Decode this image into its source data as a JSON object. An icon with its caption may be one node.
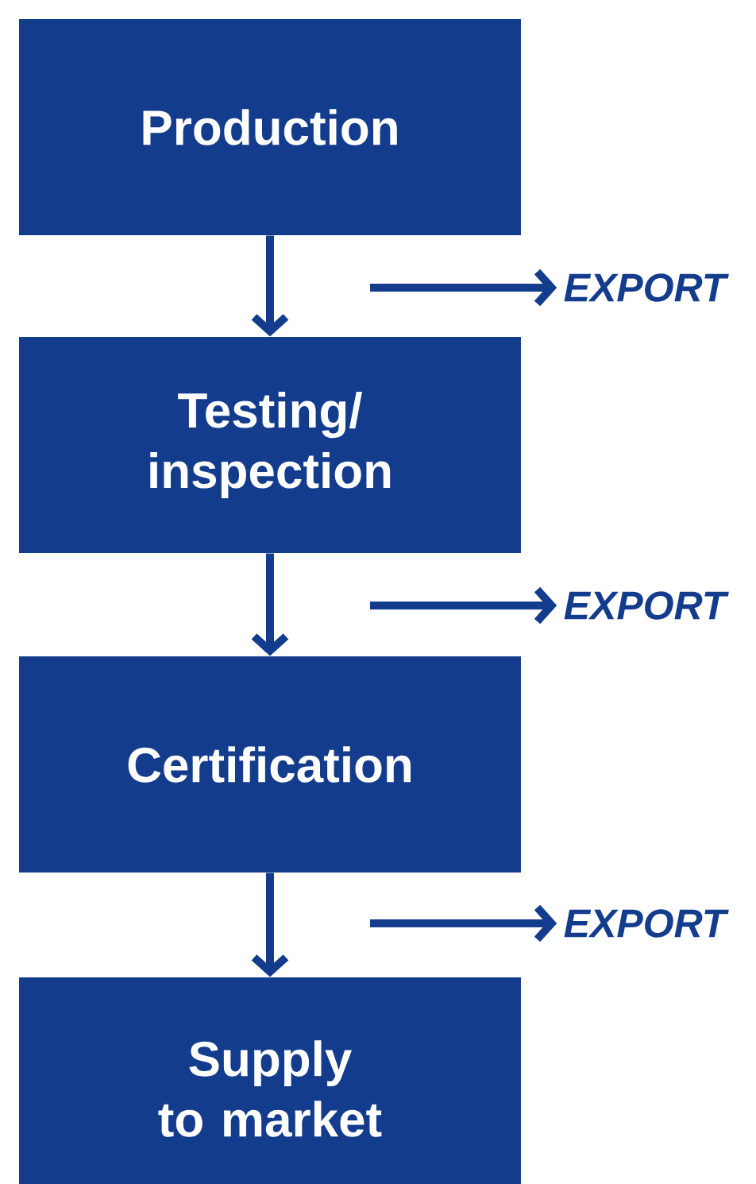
{
  "diagram": {
    "nodes": [
      {
        "text": [
          "Production"
        ]
      },
      {
        "text": [
          "Testing/ inspection"
        ]
      },
      {
        "text": [
          "Certification"
        ]
      },
      {
        "text": [
          "Supply to market"
        ]
      },
      {
        "text": [
          "EXPORT"
        ]
      },
      {
        "text": [
          "EXPORT"
        ]
      },
      {
        "text": [
          "EXPORT"
        ]
      }
    ],
    "edges": [
      {
        "from": 0,
        "to": 1,
        "arrow": "to"
      },
      {
        "from": 1,
        "to": 2,
        "arrow": "to"
      },
      {
        "from": 2,
        "to": 3,
        "arrow": "to"
      },
      {
        "from": null,
        "to": 4,
        "arrow": "to"
      },
      {
        "from": null,
        "to": 5,
        "arrow": "to"
      },
      {
        "from": null,
        "to": 6,
        "arrow": "to"
      }
    ]
  }
}
